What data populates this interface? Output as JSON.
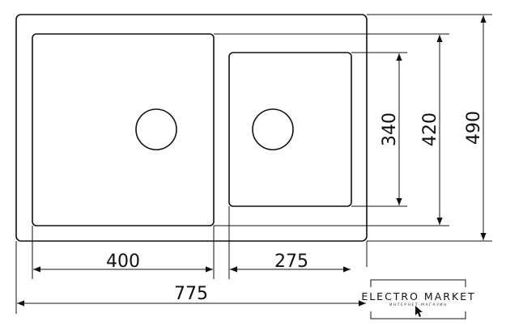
{
  "dimensions": {
    "left_bowl_width": "400",
    "right_bowl_width": "275",
    "total_width": "775",
    "right_bowl_height": "340",
    "left_bowl_height": "420",
    "total_height": "490"
  },
  "logo": {
    "title": "ELECTRO MARKET",
    "subtitle": "ИНТЕРНЕТ-МАГАЗИН"
  }
}
